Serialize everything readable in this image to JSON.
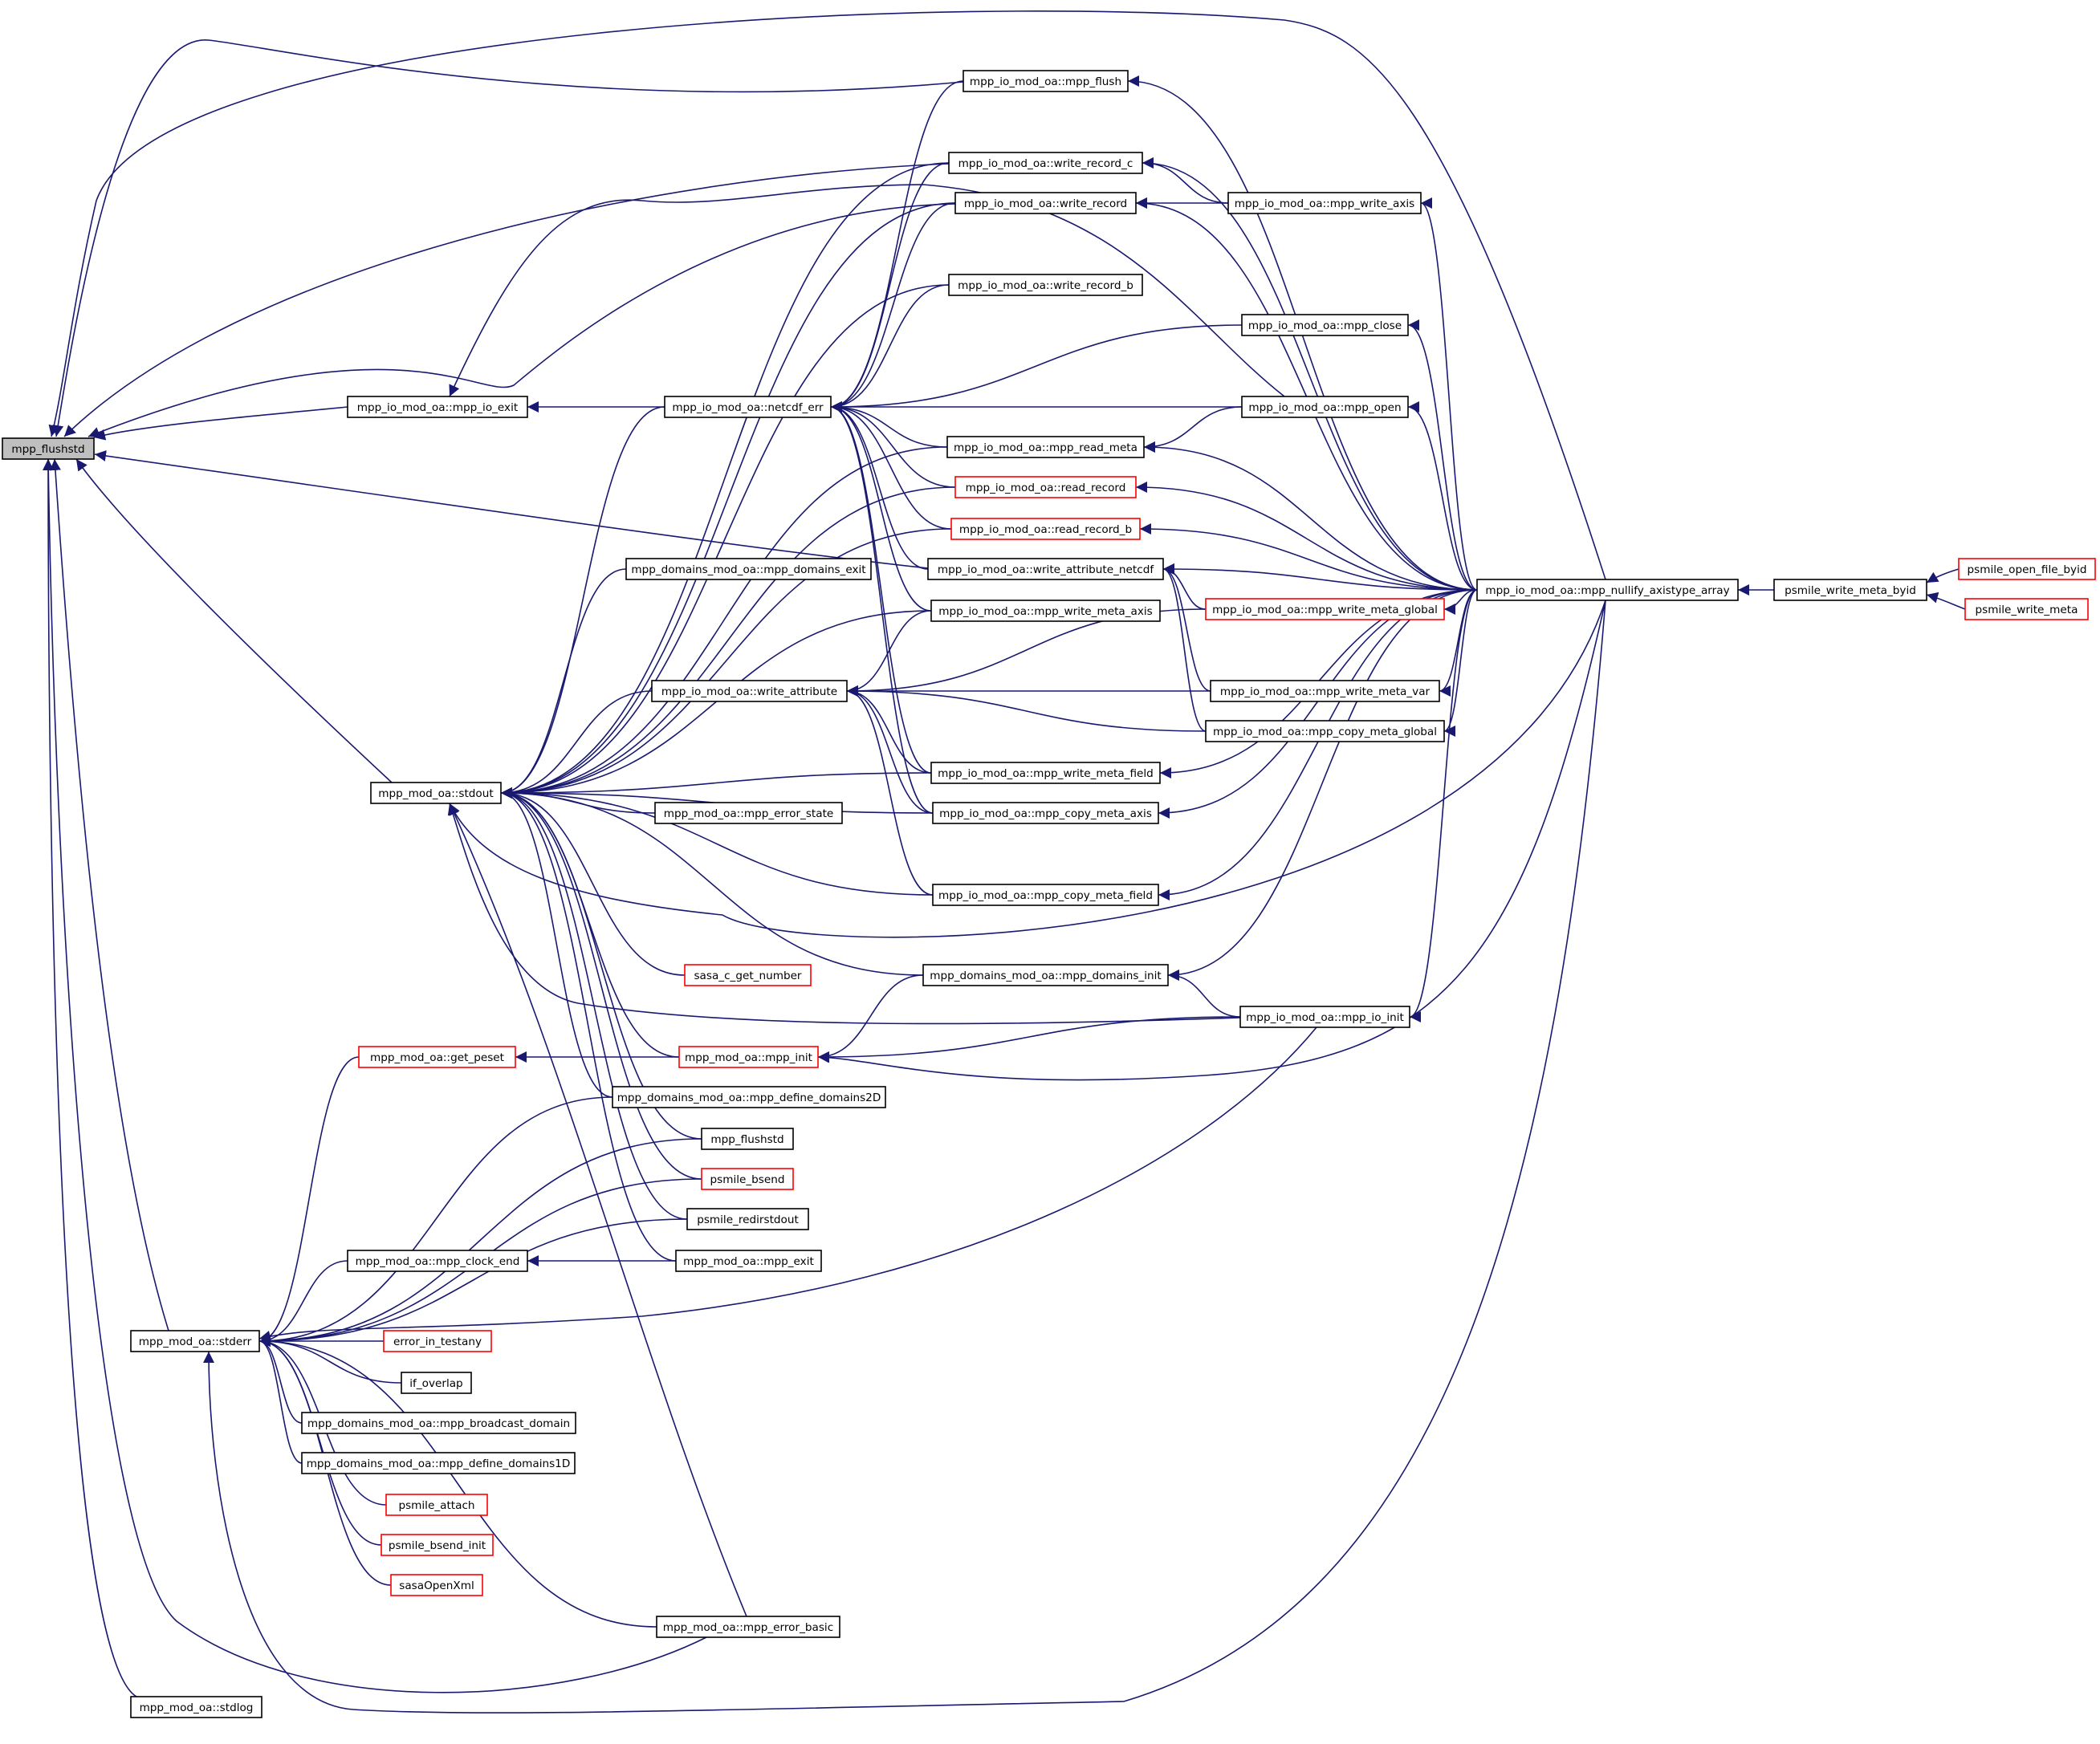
{
  "graph": {
    "colors": {
      "edge": "#191970",
      "node_border": "#000000",
      "truncated_border": "#ff0000",
      "current_fill": "#bfbfbf",
      "background": "#ffffff"
    },
    "nodes": [
      {
        "id": "flush_root",
        "label": "mpp_flushstd",
        "style": "current"
      },
      {
        "id": "io_exit",
        "label": "mpp_io_mod_oa::mpp_io_exit",
        "style": "normal"
      },
      {
        "id": "stdout",
        "label": "mpp_mod_oa::stdout",
        "style": "normal"
      },
      {
        "id": "stderr",
        "label": "mpp_mod_oa::stderr",
        "style": "normal"
      },
      {
        "id": "stdlog",
        "label": "mpp_mod_oa::stdlog",
        "style": "normal"
      },
      {
        "id": "netcdf_err",
        "label": "mpp_io_mod_oa::netcdf_err",
        "style": "normal"
      },
      {
        "id": "domains_exit",
        "label": "mpp_domains_mod_oa::mpp_domains_exit",
        "style": "normal"
      },
      {
        "id": "write_attribute",
        "label": "mpp_io_mod_oa::write_attribute",
        "style": "normal"
      },
      {
        "id": "error_state",
        "label": "mpp_mod_oa::mpp_error_state",
        "style": "normal"
      },
      {
        "id": "sasa_get_number",
        "label": "sasa_c_get_number",
        "style": "truncated"
      },
      {
        "id": "get_peset",
        "label": "mpp_mod_oa::get_peset",
        "style": "truncated"
      },
      {
        "id": "mpp_init",
        "label": "mpp_mod_oa::mpp_init",
        "style": "truncated"
      },
      {
        "id": "define_domains2d",
        "label": "mpp_domains_mod_oa::mpp_define_domains2D",
        "style": "normal"
      },
      {
        "id": "flush_leaf",
        "label": "mpp_flushstd",
        "style": "normal"
      },
      {
        "id": "psmile_bsend",
        "label": "psmile_bsend",
        "style": "truncated"
      },
      {
        "id": "psmile_redirstdout",
        "label": "psmile_redirstdout",
        "style": "normal"
      },
      {
        "id": "clock_end",
        "label": "mpp_mod_oa::mpp_clock_end",
        "style": "normal"
      },
      {
        "id": "mpp_exit",
        "label": "mpp_mod_oa::mpp_exit",
        "style": "normal"
      },
      {
        "id": "error_in_testany",
        "label": "error_in_testany",
        "style": "truncated"
      },
      {
        "id": "if_overlap",
        "label": "if_overlap",
        "style": "normal"
      },
      {
        "id": "broadcast_domain",
        "label": "mpp_domains_mod_oa::mpp_broadcast_domain",
        "style": "normal"
      },
      {
        "id": "define_domains1d",
        "label": "mpp_domains_mod_oa::mpp_define_domains1D",
        "style": "normal"
      },
      {
        "id": "psmile_attach",
        "label": "psmile_attach",
        "style": "truncated"
      },
      {
        "id": "psmile_bsend_init",
        "label": "psmile_bsend_init",
        "style": "truncated"
      },
      {
        "id": "sasaopenxml",
        "label": "sasaOpenXml",
        "style": "truncated"
      },
      {
        "id": "error_basic",
        "label": "mpp_mod_oa::mpp_error_basic",
        "style": "normal"
      },
      {
        "id": "mpp_flush",
        "label": "mpp_io_mod_oa::mpp_flush",
        "style": "normal"
      },
      {
        "id": "write_record_c",
        "label": "mpp_io_mod_oa::write_record_c",
        "style": "normal"
      },
      {
        "id": "write_record",
        "label": "mpp_io_mod_oa::write_record",
        "style": "normal"
      },
      {
        "id": "write_record_b",
        "label": "mpp_io_mod_oa::write_record_b",
        "style": "normal"
      },
      {
        "id": "read_meta",
        "label": "mpp_io_mod_oa::mpp_read_meta",
        "style": "normal"
      },
      {
        "id": "read_record",
        "label": "mpp_io_mod_oa::read_record",
        "style": "truncated"
      },
      {
        "id": "read_record_b",
        "label": "mpp_io_mod_oa::read_record_b",
        "style": "truncated"
      },
      {
        "id": "write_attr_netcdf",
        "label": "mpp_io_mod_oa::write_attribute_netcdf",
        "style": "normal"
      },
      {
        "id": "write_meta_axis",
        "label": "mpp_io_mod_oa::mpp_write_meta_axis",
        "style": "normal"
      },
      {
        "id": "write_meta_field",
        "label": "mpp_io_mod_oa::mpp_write_meta_field",
        "style": "normal"
      },
      {
        "id": "copy_meta_axis",
        "label": "mpp_io_mod_oa::mpp_copy_meta_axis",
        "style": "normal"
      },
      {
        "id": "copy_meta_field",
        "label": "mpp_io_mod_oa::mpp_copy_meta_field",
        "style": "normal"
      },
      {
        "id": "domains_init",
        "label": "mpp_domains_mod_oa::mpp_domains_init",
        "style": "normal"
      },
      {
        "id": "write_axis",
        "label": "mpp_io_mod_oa::mpp_write_axis",
        "style": "normal"
      },
      {
        "id": "mpp_close",
        "label": "mpp_io_mod_oa::mpp_close",
        "style": "normal"
      },
      {
        "id": "mpp_open",
        "label": "mpp_io_mod_oa::mpp_open",
        "style": "normal"
      },
      {
        "id": "write_meta_global",
        "label": "mpp_io_mod_oa::mpp_write_meta_global",
        "style": "truncated"
      },
      {
        "id": "write_meta_var",
        "label": "mpp_io_mod_oa::mpp_write_meta_var",
        "style": "normal"
      },
      {
        "id": "copy_meta_global",
        "label": "mpp_io_mod_oa::mpp_copy_meta_global",
        "style": "normal"
      },
      {
        "id": "io_init",
        "label": "mpp_io_mod_oa::mpp_io_init",
        "style": "normal"
      },
      {
        "id": "nullify",
        "label": "mpp_io_mod_oa::mpp_nullify_axistype_array",
        "style": "normal"
      },
      {
        "id": "write_meta_byid",
        "label": "psmile_write_meta_byid",
        "style": "normal"
      },
      {
        "id": "open_file_byid",
        "label": "psmile_open_file_byid",
        "style": "truncated"
      },
      {
        "id": "psmile_write_meta",
        "label": "psmile_write_meta",
        "style": "truncated"
      }
    ],
    "edges": [
      {
        "from": "io_exit",
        "to": "flush_root"
      },
      {
        "from": "stdout",
        "to": "flush_root"
      },
      {
        "from": "stderr",
        "to": "flush_root"
      },
      {
        "from": "stdlog",
        "to": "flush_root"
      },
      {
        "from": "mpp_flush",
        "to": "flush_root"
      },
      {
        "from": "write_record_c",
        "to": "flush_root"
      },
      {
        "from": "write_record",
        "to": "flush_root"
      },
      {
        "from": "write_attr_netcdf",
        "to": "flush_root"
      },
      {
        "from": "nullify",
        "to": "flush_root"
      },
      {
        "from": "error_basic",
        "to": "flush_root"
      },
      {
        "from": "netcdf_err",
        "to": "io_exit"
      },
      {
        "from": "mpp_open",
        "to": "io_exit"
      },
      {
        "from": "netcdf_err",
        "to": "stdout"
      },
      {
        "from": "domains_exit",
        "to": "stdout"
      },
      {
        "from": "write_attribute",
        "to": "stdout"
      },
      {
        "from": "error_state",
        "to": "stdout"
      },
      {
        "from": "sasa_get_number",
        "to": "stdout"
      },
      {
        "from": "mpp_init",
        "to": "stdout"
      },
      {
        "from": "define_domains2d",
        "to": "stdout"
      },
      {
        "from": "flush_leaf",
        "to": "stdout"
      },
      {
        "from": "psmile_bsend",
        "to": "stdout"
      },
      {
        "from": "psmile_redirstdout",
        "to": "stdout"
      },
      {
        "from": "mpp_exit",
        "to": "stdout"
      },
      {
        "from": "error_basic",
        "to": "stdout"
      },
      {
        "from": "write_record_c",
        "to": "stdout"
      },
      {
        "from": "write_record",
        "to": "stdout"
      },
      {
        "from": "write_record_b",
        "to": "stdout"
      },
      {
        "from": "read_meta",
        "to": "stdout"
      },
      {
        "from": "read_record",
        "to": "stdout"
      },
      {
        "from": "read_record_b",
        "to": "stdout"
      },
      {
        "from": "write_meta_axis",
        "to": "stdout"
      },
      {
        "from": "write_meta_field",
        "to": "stdout"
      },
      {
        "from": "copy_meta_axis",
        "to": "stdout"
      },
      {
        "from": "copy_meta_field",
        "to": "stdout"
      },
      {
        "from": "domains_init",
        "to": "stdout"
      },
      {
        "from": "io_init",
        "to": "stdout"
      },
      {
        "from": "nullify",
        "to": "stdout"
      },
      {
        "from": "get_peset",
        "to": "stderr"
      },
      {
        "from": "define_domains2d",
        "to": "stderr"
      },
      {
        "from": "flush_leaf",
        "to": "stderr"
      },
      {
        "from": "psmile_bsend",
        "to": "stderr"
      },
      {
        "from": "psmile_redirstdout",
        "to": "stderr"
      },
      {
        "from": "clock_end",
        "to": "stderr"
      },
      {
        "from": "error_in_testany",
        "to": "stderr"
      },
      {
        "from": "if_overlap",
        "to": "stderr"
      },
      {
        "from": "broadcast_domain",
        "to": "stderr"
      },
      {
        "from": "define_domains1d",
        "to": "stderr"
      },
      {
        "from": "psmile_attach",
        "to": "stderr"
      },
      {
        "from": "psmile_bsend_init",
        "to": "stderr"
      },
      {
        "from": "sasaopenxml",
        "to": "stderr"
      },
      {
        "from": "error_basic",
        "to": "stderr"
      },
      {
        "from": "io_init",
        "to": "stderr"
      },
      {
        "from": "nullify",
        "to": "stderr"
      },
      {
        "from": "mpp_init",
        "to": "get_peset"
      },
      {
        "from": "mpp_exit",
        "to": "clock_end"
      },
      {
        "from": "mpp_flush",
        "to": "netcdf_err"
      },
      {
        "from": "write_record_c",
        "to": "netcdf_err"
      },
      {
        "from": "write_record",
        "to": "netcdf_err"
      },
      {
        "from": "write_record_b",
        "to": "netcdf_err"
      },
      {
        "from": "mpp_close",
        "to": "netcdf_err"
      },
      {
        "from": "mpp_open",
        "to": "netcdf_err"
      },
      {
        "from": "read_meta",
        "to": "netcdf_err"
      },
      {
        "from": "read_record",
        "to": "netcdf_err"
      },
      {
        "from": "read_record_b",
        "to": "netcdf_err"
      },
      {
        "from": "write_attr_netcdf",
        "to": "netcdf_err"
      },
      {
        "from": "write_meta_axis",
        "to": "netcdf_err"
      },
      {
        "from": "write_meta_field",
        "to": "netcdf_err"
      },
      {
        "from": "copy_meta_axis",
        "to": "netcdf_err"
      },
      {
        "from": "write_meta_axis",
        "to": "write_attribute"
      },
      {
        "from": "write_meta_global",
        "to": "write_attribute"
      },
      {
        "from": "write_meta_var",
        "to": "write_attribute"
      },
      {
        "from": "copy_meta_global",
        "to": "write_attribute"
      },
      {
        "from": "write_meta_field",
        "to": "write_attribute"
      },
      {
        "from": "copy_meta_axis",
        "to": "write_attribute"
      },
      {
        "from": "copy_meta_field",
        "to": "write_attribute"
      },
      {
        "from": "domains_init",
        "to": "mpp_init"
      },
      {
        "from": "io_init",
        "to": "mpp_init"
      },
      {
        "from": "nullify",
        "to": "mpp_init"
      },
      {
        "from": "write_axis",
        "to": "write_record_c"
      },
      {
        "from": "write_axis",
        "to": "write_record"
      },
      {
        "from": "mpp_open",
        "to": "read_meta"
      },
      {
        "from": "write_meta_global",
        "to": "write_attr_netcdf"
      },
      {
        "from": "write_meta_var",
        "to": "write_attr_netcdf"
      },
      {
        "from": "copy_meta_global",
        "to": "write_attr_netcdf"
      },
      {
        "from": "io_init",
        "to": "domains_init"
      },
      {
        "from": "nullify",
        "to": "mpp_flush"
      },
      {
        "from": "nullify",
        "to": "write_record_c"
      },
      {
        "from": "nullify",
        "to": "write_record"
      },
      {
        "from": "nullify",
        "to": "write_axis"
      },
      {
        "from": "nullify",
        "to": "mpp_close"
      },
      {
        "from": "nullify",
        "to": "mpp_open"
      },
      {
        "from": "nullify",
        "to": "read_meta"
      },
      {
        "from": "nullify",
        "to": "read_record"
      },
      {
        "from": "nullify",
        "to": "read_record_b"
      },
      {
        "from": "nullify",
        "to": "write_attr_netcdf"
      },
      {
        "from": "nullify",
        "to": "write_meta_global"
      },
      {
        "from": "nullify",
        "to": "write_meta_var"
      },
      {
        "from": "nullify",
        "to": "copy_meta_global"
      },
      {
        "from": "nullify",
        "to": "write_meta_field"
      },
      {
        "from": "nullify",
        "to": "copy_meta_axis"
      },
      {
        "from": "nullify",
        "to": "copy_meta_field"
      },
      {
        "from": "nullify",
        "to": "domains_init"
      },
      {
        "from": "nullify",
        "to": "io_init"
      },
      {
        "from": "write_meta_byid",
        "to": "nullify"
      },
      {
        "from": "open_file_byid",
        "to": "write_meta_byid"
      },
      {
        "from": "psmile_write_meta",
        "to": "write_meta_byid"
      }
    ]
  }
}
